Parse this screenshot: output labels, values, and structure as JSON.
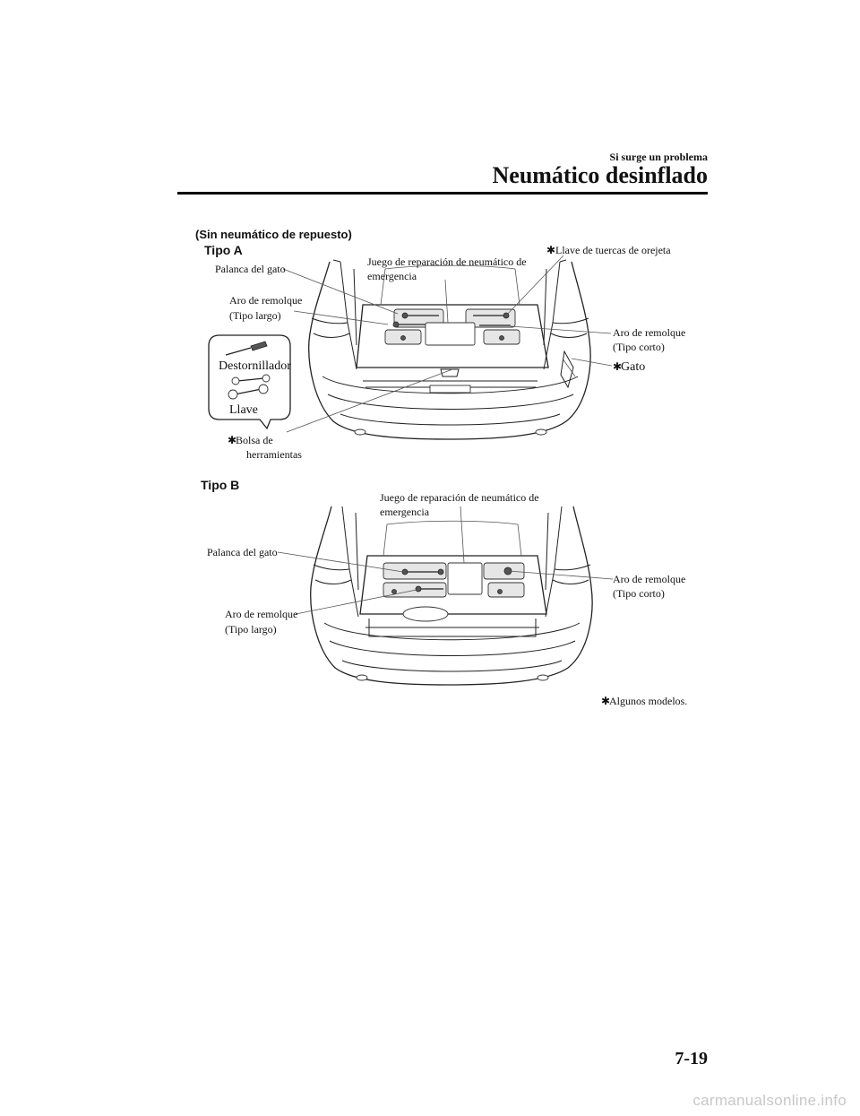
{
  "header": {
    "section": "Si surge un problema",
    "title": "Neumático desinflado"
  },
  "figure": {
    "subtitle": "(Sin neumático de repuesto)",
    "type_a": {
      "heading": "Tipo A",
      "palanca": "Palanca del gato",
      "aro_largo_1": "Aro de remolque",
      "aro_largo_2": "(Tipo largo)",
      "kit_1": "Juego de reparación de neumático de",
      "kit_2": "emergencia",
      "llave_tuercas": "Llave de tuercas de orejeta",
      "aro_corto_1": "Aro de remolque",
      "aro_corto_2": "(Tipo corto)",
      "gato": "Gato",
      "destornillador": "Destornillador",
      "llave": "Llave",
      "bolsa_1": "Bolsa de",
      "bolsa_2": "herramientas"
    },
    "type_b": {
      "heading": "Tipo B",
      "kit_1": "Juego de reparación de neumático de",
      "kit_2": "emergencia",
      "palanca": "Palanca del gato",
      "aro_corto_1": "Aro de remolque",
      "aro_corto_2": "(Tipo corto)",
      "aro_largo_1": "Aro de remolque",
      "aro_largo_2": "(Tipo largo)"
    },
    "footnote": "Algunos modelos.",
    "star_symbol": "✱"
  },
  "page_number": "7-19",
  "watermark": "carmanualsonline.info"
}
